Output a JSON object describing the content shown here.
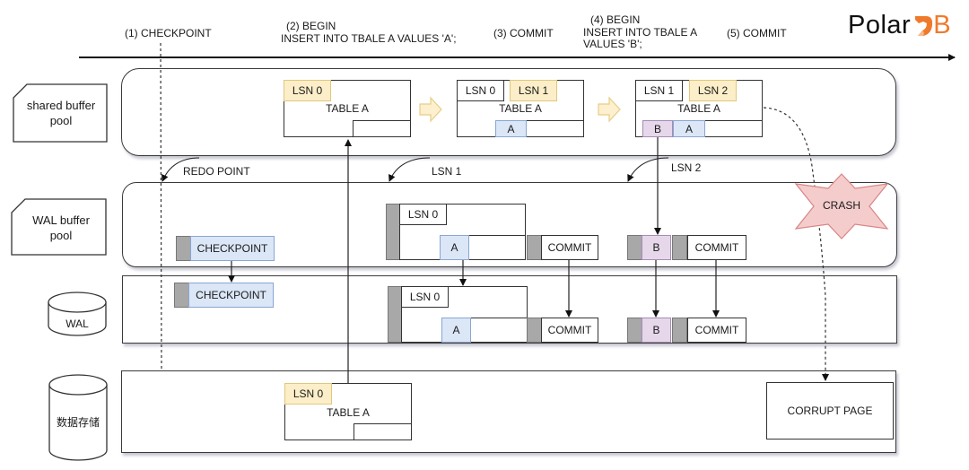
{
  "logo": {
    "text_main": "Polar",
    "text_accent": "B",
    "accent_color": "#f07a2c"
  },
  "timeline": {
    "steps": [
      {
        "id": "1",
        "line1": "(1)  CHECKPOINT",
        "line2": ""
      },
      {
        "id": "2",
        "line1": "(2)  BEGIN",
        "line2": "INSERT INTO TBALE A VALUES 'A';"
      },
      {
        "id": "3",
        "line1": "(3)  COMMIT",
        "line2": ""
      },
      {
        "id": "4",
        "line1": "(4)  BEGIN",
        "line2": "INSERT INTO TBALE A",
        "line3": "VALUES 'B';"
      },
      {
        "id": "5",
        "line1": "(5)  COMMIT",
        "line2": ""
      }
    ]
  },
  "lanes": {
    "shared_buffer": {
      "label_line1": "shared buffer",
      "label_line2": "pool"
    },
    "wal_buffer": {
      "label_line1": "WAL buffer",
      "label_line2": "pool"
    },
    "wal": {
      "label": "WAL"
    },
    "storage": {
      "label": "数据存储"
    }
  },
  "shared_buffer_pages": [
    {
      "lsn_a": "LSN 0",
      "table": "TABLE A"
    },
    {
      "lsn_a": "LSN 0",
      "lsn_b": "LSN 1",
      "table": "TABLE A",
      "row_a": "A"
    },
    {
      "lsn_a": "LSN 1",
      "lsn_b": "LSN 2",
      "table": "TABLE A",
      "row_b": "B",
      "row_a": "A"
    }
  ],
  "annotations": {
    "redo_point": "REDO POINT",
    "lsn1": "LSN 1",
    "lsn2": "LSN 2",
    "crash": "CRASH"
  },
  "wal_buffer_records": {
    "checkpoint": "CHECKPOINT",
    "page_lsn": "LSN 0",
    "row_a": "A",
    "commit1": "COMMIT",
    "row_b": "B",
    "commit2": "COMMIT"
  },
  "wal_records": {
    "checkpoint": "CHECKPOINT",
    "page_lsn": "LSN 0",
    "row_a": "A",
    "commit1": "COMMIT",
    "row_b": "B",
    "commit2": "COMMIT"
  },
  "storage_pages": {
    "page": {
      "lsn": "LSN 0",
      "table": "TABLE A"
    },
    "corrupt": "CORRUPT PAGE"
  },
  "colors": {
    "lsn_highlight": "#fbeec8",
    "row_a": "#dbe6f7",
    "row_b": "#e6d8ea",
    "crash_fill": "#f4cccc",
    "crash_stroke": "#d98585",
    "arrow_fill": "#fdf0cf",
    "arrow_stroke": "#e7cd86"
  }
}
